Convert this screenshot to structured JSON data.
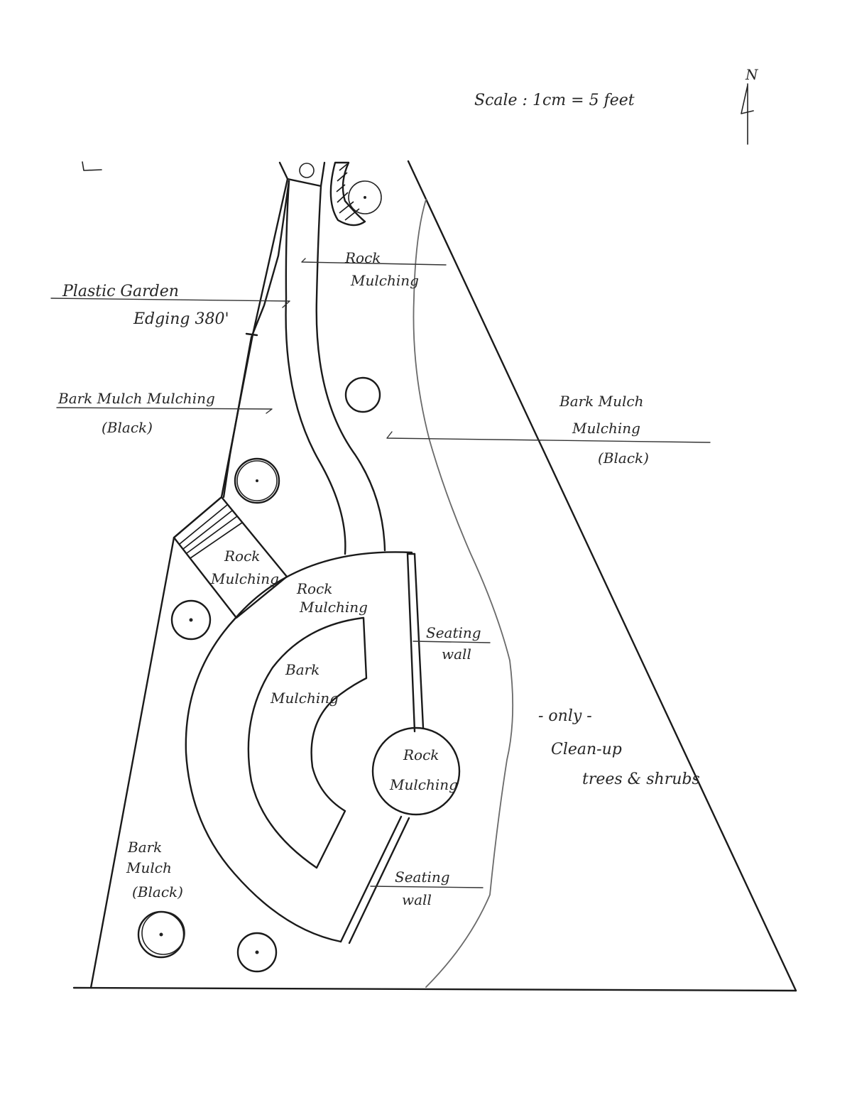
{
  "scale": "Scale : 1cm = 5 feet",
  "north": "N",
  "labels": {
    "rock_mulching_top_1": "Rock",
    "rock_mulching_top_2": "Mulching",
    "edging_1": "Plastic Garden",
    "edging_2": "Edging 380'",
    "bark_left_1": "Bark Mulch Mulching",
    "bark_left_2": "(Black)",
    "bark_right_1": "Bark Mulch",
    "bark_right_2": "Mulching",
    "bark_right_3": "(Black)",
    "rock_mid_1": "Rock",
    "rock_mid_2": "Mulching",
    "rock_arc_1": "Rock",
    "rock_arc_2": "Mulching",
    "bark_center_1": "Bark",
    "bark_center_2": "Mulching",
    "seating_wall_upper_1": "Seating",
    "seating_wall_upper_2": "wall",
    "rock_circle_1": "Rock",
    "rock_circle_2": "Mulching",
    "cleanup_1": "- only -",
    "cleanup_2": "Clean-up",
    "cleanup_3": "trees & shrubs",
    "bark_bottom_1": "Bark",
    "bark_bottom_2": "Mulch",
    "bark_bottom_3": "(Black)",
    "seating_wall_lower_1": "Seating",
    "seating_wall_lower_2": "wall"
  }
}
